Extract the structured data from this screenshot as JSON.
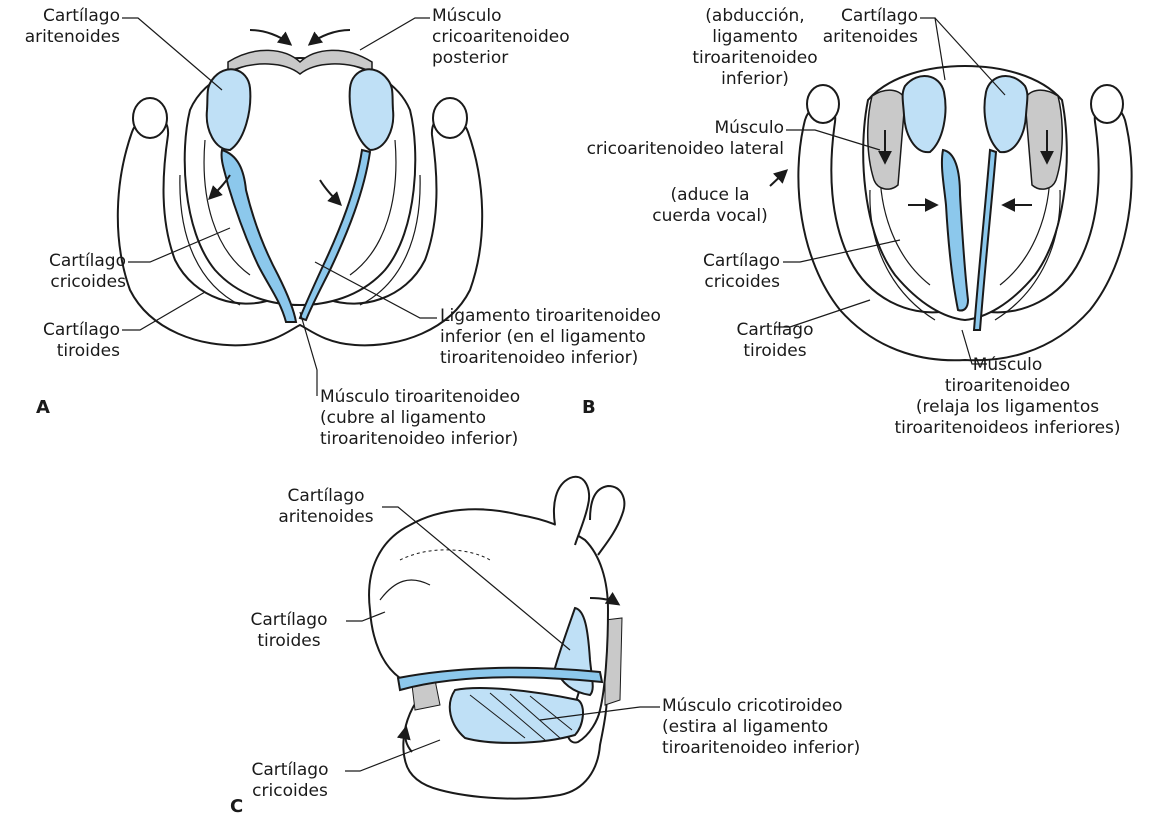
{
  "colors": {
    "cartilage_blue": "#bfe0f6",
    "muscle_blue": "#8cc8ec",
    "outline": "#1a1a1a",
    "grey_muscle": "#c9c9c9"
  },
  "panels": {
    "A": {
      "letter": "A",
      "arytenoid": [
        "Cartílago",
        "aritenoides"
      ],
      "posterior_muscle": [
        "Músculo",
        "cricoaritenoideo",
        "posterior"
      ],
      "cricoid": [
        "Cartílago",
        "cricoides"
      ],
      "thyroid": [
        "Cartílago",
        "tiroides"
      ],
      "ligament": [
        "Ligamento tiroaritenoideo",
        "inferior (en el ligamento",
        "tiroaritenoideo inferior)"
      ],
      "muscle": [
        "Músculo tiroaritenoideo",
        "(cubre al ligamento",
        "tiroaritenoideo inferior)"
      ]
    },
    "B": {
      "letter": "B",
      "abduction": [
        "(abducción,",
        "ligamento",
        "tiroaritenoideo",
        "inferior)"
      ],
      "arytenoid": [
        "Cartílago",
        "aritenoides"
      ],
      "lateral_muscle": [
        "Músculo",
        "cricoaritenoideo lateral"
      ],
      "adduce": [
        "(aduce la",
        "cuerda vocal)"
      ],
      "cricoid": [
        "Cartílago",
        "cricoides"
      ],
      "thyroid": [
        "Cartílago",
        "tiroides"
      ],
      "muscle": [
        "Músculo",
        "tiroaritenoideo",
        "(relaja los ligamentos",
        "tiroaritenoideos inferiores)"
      ]
    },
    "C": {
      "letter": "C",
      "arytenoid": [
        "Cartílago",
        "aritenoides"
      ],
      "thyroid": [
        "Cartílago",
        "tiroides"
      ],
      "cricoid": [
        "Cartílago",
        "cricoides"
      ],
      "cricothyroid": [
        "Músculo cricotiroideo",
        "(estira al ligamento",
        "tiroaritenoideo inferior)"
      ]
    }
  }
}
